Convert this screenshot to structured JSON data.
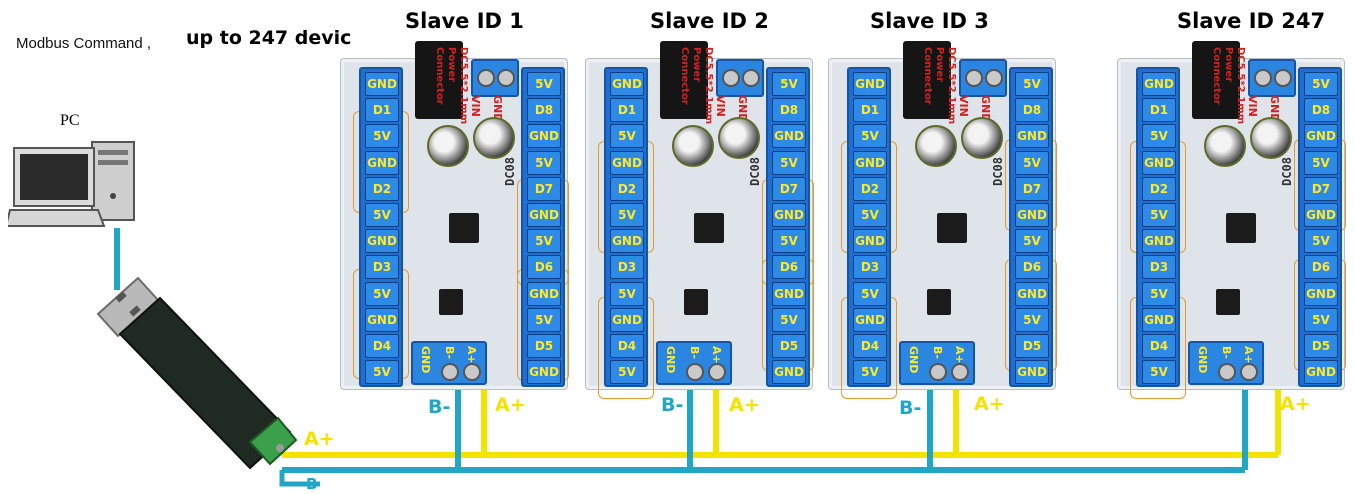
{
  "header": {
    "left_text": "Modbus Command ,",
    "bold_text": "up to 247 devic"
  },
  "pc": {
    "label": "PC",
    "icon": "computer-icon"
  },
  "usb": {
    "icon": "usb-rs485-converter-icon",
    "a_label": "A+",
    "b_label": "B-"
  },
  "slaves": [
    {
      "title": "Slave ID 1"
    },
    {
      "title": "Slave ID 2"
    },
    {
      "title": "Slave ID 3"
    },
    {
      "title": "Slave ID 247"
    }
  ],
  "board": {
    "left_terminals": [
      "GND",
      "D1",
      "5V",
      "GND",
      "D2",
      "5V",
      "GND",
      "D3",
      "5V",
      "GND",
      "D4",
      "5V"
    ],
    "right_terminals": [
      "5V",
      "D8",
      "GND",
      "5V",
      "D7",
      "GND",
      "5V",
      "D6",
      "GND",
      "5V",
      "D5",
      "GND"
    ],
    "dc_jack_text": "DC5.5*2.1mm Power Connector",
    "vin_label": "VIN",
    "gnd_label": "GND",
    "model_text": "DC08",
    "bottom_terminal": [
      "GND",
      "B-",
      "A+"
    ]
  },
  "bus": {
    "b_label": "B-",
    "a_label": "A+",
    "colors": {
      "a_wire": "#f4e300",
      "b_wire": "#22a6c8"
    }
  }
}
